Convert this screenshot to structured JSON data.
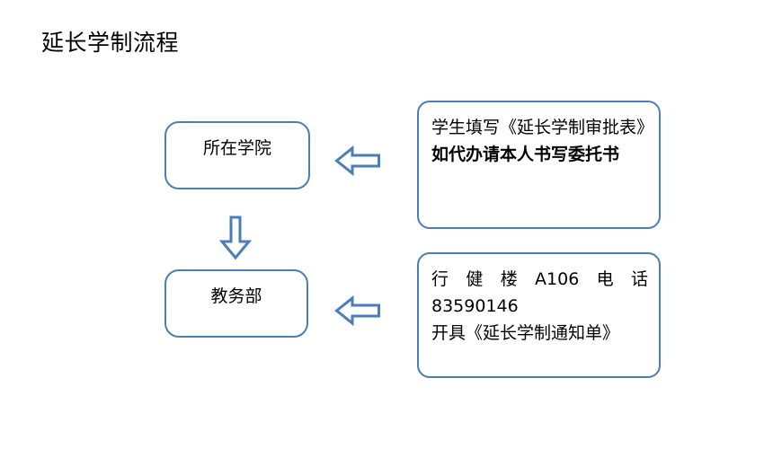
{
  "slide": {
    "title": "延长学制流程",
    "background_color": "#ffffff",
    "accent_color": "#4a7ebb",
    "text_color": "#000000"
  },
  "flow": {
    "nodes": [
      {
        "id": "college",
        "label": "所在学院"
      },
      {
        "id": "academic-affairs",
        "label": "教务部"
      }
    ],
    "notes": [
      {
        "id": "note-top",
        "lines": [
          {
            "text": "学生填写《延长学制审批表》",
            "bold": false
          },
          {
            "text": "如代办请本人书写委托书",
            "bold": true
          }
        ]
      },
      {
        "id": "note-bottom",
        "line1_parts": [
          "行",
          "健",
          "楼",
          "A106",
          "电",
          "话"
        ],
        "line2": "83590146",
        "line3": "开具《延长学制通知单》"
      }
    ],
    "arrows": [
      {
        "id": "arrow-top",
        "direction": "left",
        "icon": "arrow-left-icon"
      },
      {
        "id": "arrow-middle",
        "direction": "down",
        "icon": "arrow-down-icon"
      },
      {
        "id": "arrow-bottom",
        "direction": "left",
        "icon": "arrow-left-icon"
      }
    ]
  }
}
